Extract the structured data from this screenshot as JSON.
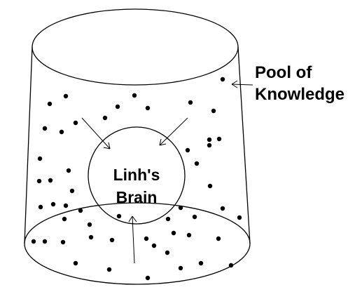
{
  "labels": {
    "pool_line1": "Pool of",
    "pool_line2": "Knowledge",
    "brain_line1": "Linh's",
    "brain_line2": "Brain"
  },
  "colors": {
    "ink": "#000000",
    "background": "#ffffff"
  }
}
